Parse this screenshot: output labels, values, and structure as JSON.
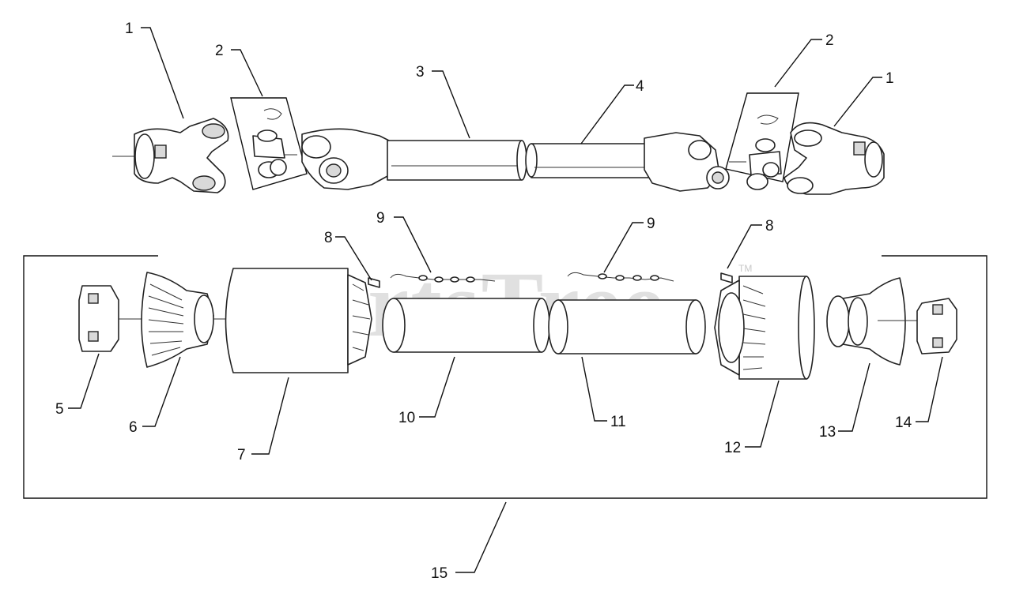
{
  "watermark": {
    "text": "PartsTree",
    "trademark": "TM"
  },
  "callouts": [
    "1",
    "2",
    "3",
    "4",
    "2",
    "1",
    "8",
    "9",
    "9",
    "8",
    "5",
    "6",
    "7",
    "10",
    "11",
    "12",
    "13",
    "14",
    "15"
  ]
}
